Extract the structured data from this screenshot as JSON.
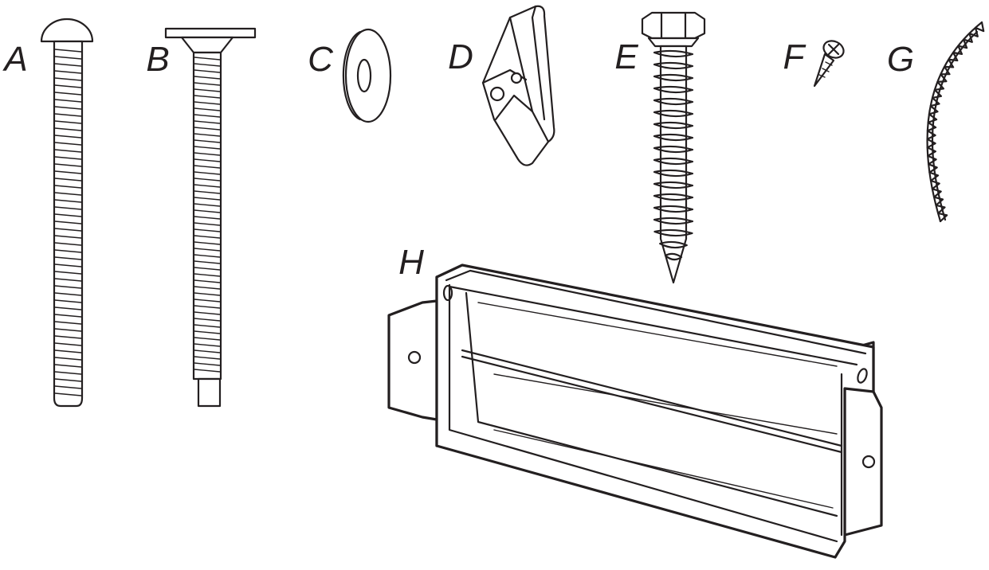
{
  "diagram": {
    "parts": [
      {
        "key": "A",
        "label": "A",
        "icon": "round-head-bolt-icon"
      },
      {
        "key": "B",
        "label": "B",
        "icon": "flat-head-carriage-bolt-icon"
      },
      {
        "key": "C",
        "label": "C",
        "icon": "flat-washer-icon"
      },
      {
        "key": "D",
        "label": "D",
        "icon": "toggle-bolt-wing-icon"
      },
      {
        "key": "E",
        "label": "E",
        "icon": "hex-head-lag-screw-icon"
      },
      {
        "key": "F",
        "label": "F",
        "icon": "small-pan-head-screw-icon"
      },
      {
        "key": "G",
        "label": "G",
        "icon": "serrated-curved-strip-icon"
      },
      {
        "key": "H",
        "label": "H",
        "icon": "mounting-bracket-channel-icon"
      }
    ]
  }
}
